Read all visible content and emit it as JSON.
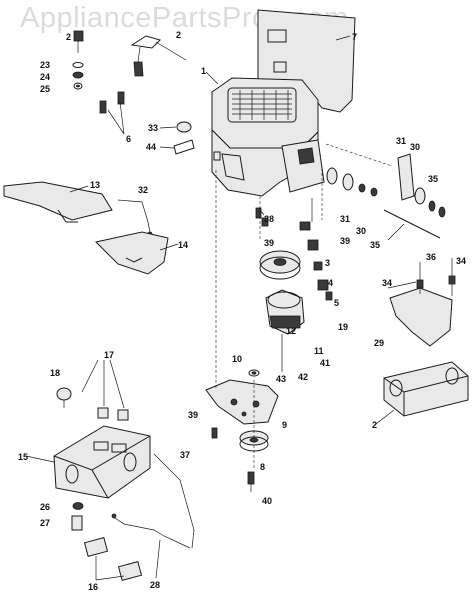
{
  "watermark": "AppliancePartsPros.com",
  "labels": [
    "1",
    "2",
    "2",
    "2",
    "3",
    "4",
    "5",
    "6",
    "7",
    "8",
    "9",
    "10",
    "11",
    "12",
    "13",
    "14",
    "15",
    "16",
    "17",
    "18",
    "19",
    "23",
    "24",
    "25",
    "26",
    "27",
    "28",
    "29",
    "30",
    "30",
    "31",
    "31",
    "32",
    "33",
    "34",
    "34",
    "35",
    "35",
    "36",
    "37",
    "38",
    "39",
    "39",
    "39",
    "40",
    "41",
    "42",
    "43",
    "44"
  ]
}
